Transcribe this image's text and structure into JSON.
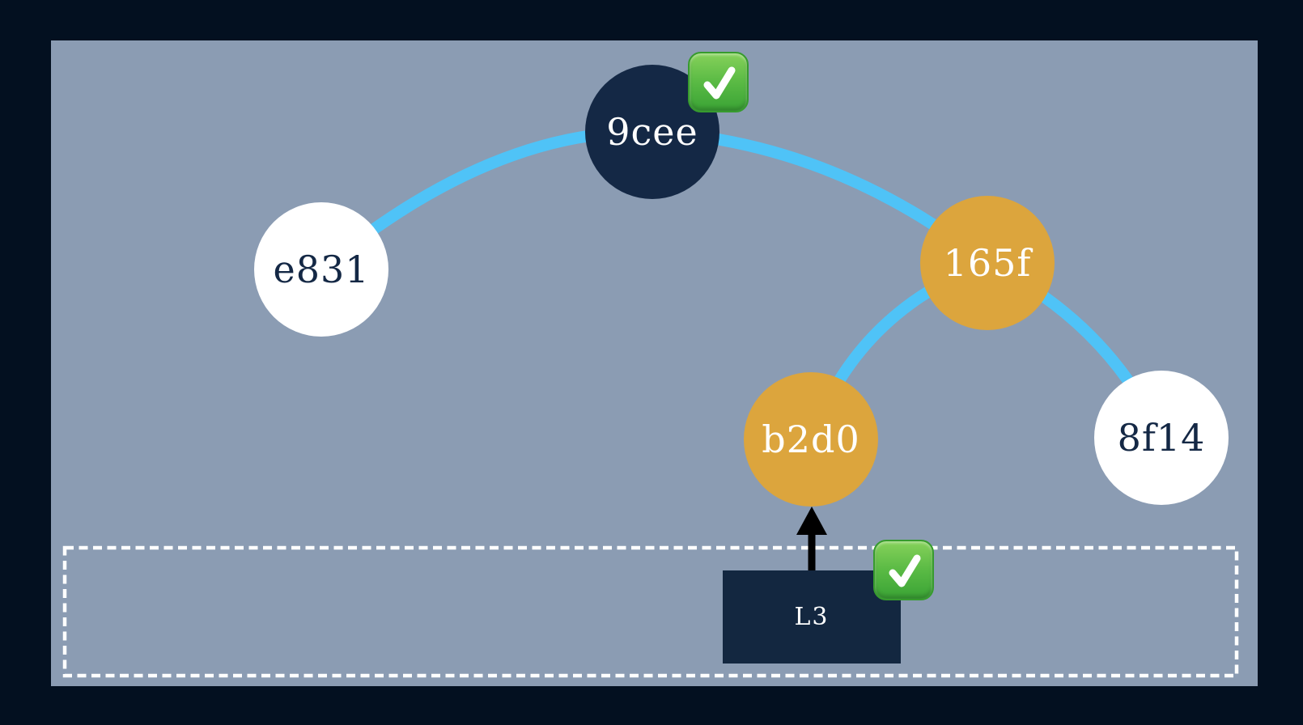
{
  "graph": {
    "nodes": [
      {
        "id": "9cee",
        "label": "9cee",
        "fill": "#142845",
        "text_color": "#ffffff",
        "checked": true
      },
      {
        "id": "e831",
        "label": "e831",
        "fill": "#ffffff",
        "text_color": "#142845",
        "checked": false
      },
      {
        "id": "165f",
        "label": "165f",
        "fill": "#dca53d",
        "text_color": "#ffffff",
        "checked": false
      },
      {
        "id": "b2d0",
        "label": "b2d0",
        "fill": "#dca53d",
        "text_color": "#ffffff",
        "checked": false
      },
      {
        "id": "8f14",
        "label": "8f14",
        "fill": "#ffffff",
        "text_color": "#142845",
        "checked": false
      }
    ],
    "edges": [
      {
        "from": "e831",
        "to": "9cee"
      },
      {
        "from": "9cee",
        "to": "165f"
      },
      {
        "from": "165f",
        "to": "b2d0"
      },
      {
        "from": "165f",
        "to": "8f14"
      }
    ],
    "pending_box": {
      "label": "L3",
      "checked": true,
      "arrow_target": "b2d0"
    },
    "icons": {
      "check_badge": "✓",
      "arrow_up": "↑"
    },
    "colors": {
      "background": "#031020",
      "panel": "#8b9cb3",
      "edge_blue": "#4fc3f7",
      "node_navy": "#142845",
      "node_gold": "#dca53d",
      "node_white": "#ffffff",
      "badge_green": "#4caf3e",
      "drop_zone_border": "#ffffff",
      "arrow_black": "#000000"
    }
  }
}
